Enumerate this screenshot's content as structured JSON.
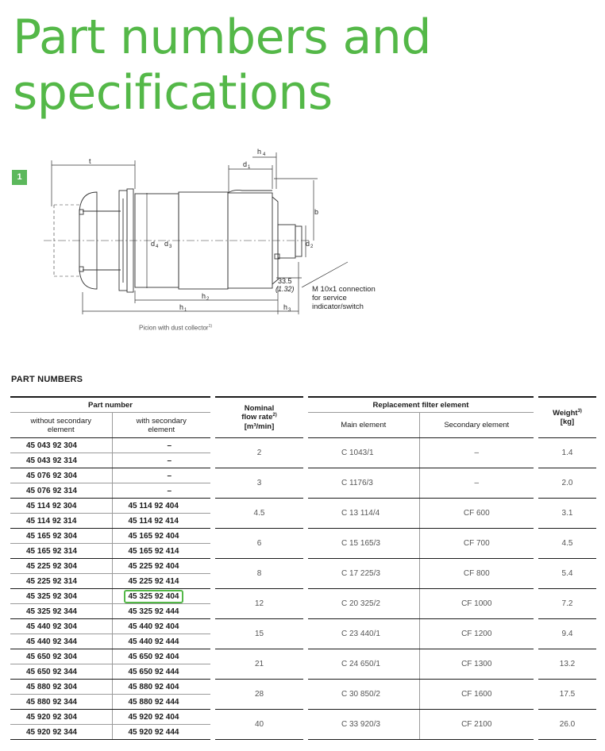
{
  "page": {
    "title_line1": "Part numbers and",
    "title_line2": "specifications"
  },
  "figure": {
    "badge": "1",
    "caption": "Picion with dust collector",
    "caption_sup": "1)",
    "labels": {
      "t": "t",
      "h4": "h",
      "h4_sub": "4",
      "d1": "d",
      "d1_sub": "1",
      "b": "b",
      "d2": "d",
      "d2_sub": "2",
      "d3": "d",
      "d3_sub": "3",
      "d4": "d",
      "d4_sub": "4",
      "h1": "h",
      "h1_sub": "1",
      "h2": "h",
      "h2_sub": "2",
      "h3": "h",
      "h3_sub": "3",
      "dim_value": "33.5",
      "dim_inch": "(1.32)",
      "conn_line1": "M 10x1 connection",
      "conn_line2": "for service",
      "conn_line3": "indicator/switch"
    }
  },
  "table": {
    "section_title": "PART NUMBERS",
    "headers": {
      "part_number": "Part number",
      "without_secondary_1": "without secondary",
      "without_secondary_2": "element",
      "with_secondary_1": "with secondary",
      "with_secondary_2": "element",
      "flow_1": "Nominal",
      "flow_2": "flow rate",
      "flow_sup": "2)",
      "flow_3": "[m³/min]",
      "replacement": "Replacement filter element",
      "main_element": "Main element",
      "secondary_element": "Secondary element",
      "weight_1": "Weight",
      "weight_sup": "3)",
      "weight_2": "[kg]"
    },
    "groups": [
      {
        "rows": [
          [
            "45 043 92 304",
            "–"
          ],
          [
            "45 043 92 314",
            "–"
          ]
        ],
        "flow": "2",
        "main": "C 1043/1",
        "secondary": "–",
        "weight": "1.4"
      },
      {
        "rows": [
          [
            "45 076 92 304",
            "–"
          ],
          [
            "45 076 92 314",
            "–"
          ]
        ],
        "flow": "3",
        "main": "C 1176/3",
        "secondary": "–",
        "weight": "2.0"
      },
      {
        "rows": [
          [
            "45 114 92 304",
            "45 114 92 404"
          ],
          [
            "45 114 92 314",
            "45 114 92 414"
          ]
        ],
        "flow": "4.5",
        "main": "C 13 114/4",
        "secondary": "CF 600",
        "weight": "3.1"
      },
      {
        "rows": [
          [
            "45 165 92 304",
            "45 165 92 404"
          ],
          [
            "45 165 92 314",
            "45 165 92 414"
          ]
        ],
        "flow": "6",
        "main": "C 15 165/3",
        "secondary": "CF 700",
        "weight": "4.5"
      },
      {
        "rows": [
          [
            "45 225 92 304",
            "45 225 92 404"
          ],
          [
            "45 225 92 314",
            "45 225 92 414"
          ]
        ],
        "flow": "8",
        "main": "C 17 225/3",
        "secondary": "CF 800",
        "weight": "5.4"
      },
      {
        "rows": [
          [
            "45 325 92 304",
            "45 325 92 404"
          ],
          [
            "45 325 92 344",
            "45 325 92 444"
          ]
        ],
        "flow": "12",
        "main": "C 20 325/2",
        "secondary": "CF 1000",
        "weight": "7.2"
      },
      {
        "rows": [
          [
            "45 440 92 304",
            "45 440 92 404"
          ],
          [
            "45 440 92 344",
            "45 440 92 444"
          ]
        ],
        "flow": "15",
        "main": "C 23 440/1",
        "secondary": "CF 1200",
        "weight": "9.4"
      },
      {
        "rows": [
          [
            "45 650 92 304",
            "45 650 92 404"
          ],
          [
            "45 650 92 344",
            "45 650 92 444"
          ]
        ],
        "flow": "21",
        "main": "C 24 650/1",
        "secondary": "CF 1300",
        "weight": "13.2"
      },
      {
        "rows": [
          [
            "45 880 92 304",
            "45 880 92 404"
          ],
          [
            "45 880 92 344",
            "45 880 92 444"
          ]
        ],
        "flow": "28",
        "main": "C 30 850/2",
        "secondary": "CF 1600",
        "weight": "17.5"
      },
      {
        "rows": [
          [
            "45 920 92 304",
            "45 920 92 404"
          ],
          [
            "45 920 92 344",
            "45 920 92 444"
          ]
        ],
        "flow": "40",
        "main": "C 33 920/3",
        "secondary": "CF 2100",
        "weight": "26.0"
      }
    ],
    "highlight": "45 325 92 404",
    "highlight_color": "#54b848"
  }
}
